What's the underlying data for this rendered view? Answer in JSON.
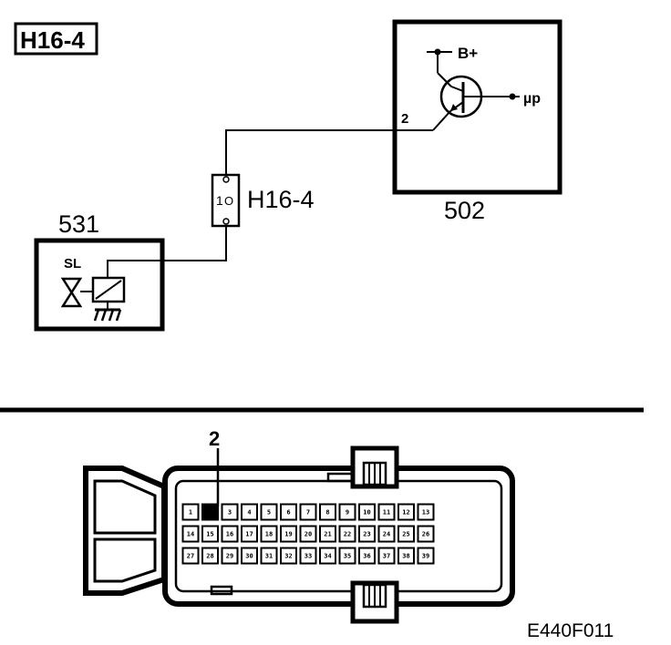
{
  "diagram": {
    "page_code": "H16-4",
    "figure_ref": "E440F011",
    "components": {
      "ecu": {
        "number": "502",
        "supply_label": "B+",
        "signal_label": "µp",
        "pin_label": "2"
      },
      "solenoid": {
        "number": "531",
        "symbol_label": "SL"
      },
      "connector": {
        "name": "H16-4",
        "pin_label": "1",
        "pin_contact": "O"
      }
    },
    "connector_view": {
      "highlighted_pin": "2",
      "rows": [
        [
          "1",
          "2",
          "3",
          "4",
          "5",
          "6",
          "7",
          "8",
          "9",
          "10",
          "11",
          "12",
          "13"
        ],
        [
          "14",
          "15",
          "16",
          "17",
          "18",
          "19",
          "20",
          "21",
          "22",
          "23",
          "24",
          "25",
          "26"
        ],
        [
          "27",
          "28",
          "29",
          "30",
          "31",
          "32",
          "33",
          "34",
          "35",
          "36",
          "37",
          "38",
          "39"
        ]
      ]
    },
    "colors": {
      "ink": "#000000",
      "paper": "#ffffff"
    }
  }
}
